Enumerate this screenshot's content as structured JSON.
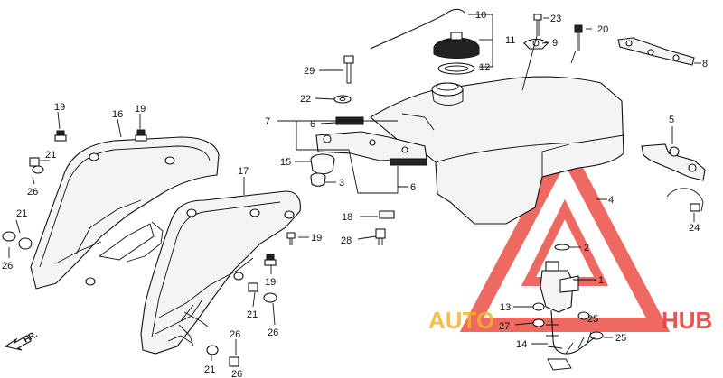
{
  "diagram": {
    "labels": {
      "p1": "1",
      "p2": "2",
      "p3": "3",
      "p4": "4",
      "p5": "5",
      "p6a": "6",
      "p6b": "6",
      "p7": "7",
      "p8": "8",
      "p9": "9",
      "p10": "10",
      "p11": "11",
      "p12": "12",
      "p13": "13",
      "p14": "14",
      "p15": "15",
      "p16": "16",
      "p17": "17",
      "p18": "18",
      "p19a": "19",
      "p19b": "19",
      "p19c": "19",
      "p19d": "19",
      "p20": "20",
      "p21a": "21",
      "p21b": "21",
      "p21c": "21",
      "p21d": "21",
      "p22": "22",
      "p23": "23",
      "p24": "24",
      "p25a": "25",
      "p25b": "25",
      "p26a": "26",
      "p26b": "26",
      "p26c": "26",
      "p26d": "26",
      "p26e": "26",
      "p27": "27",
      "p28": "28",
      "p29": "29"
    },
    "fr_label": "FR.",
    "watermark": {
      "left": "AUTO",
      "right": "HUB",
      "color": "#e8372e",
      "text_color": "#f2b32a"
    }
  }
}
